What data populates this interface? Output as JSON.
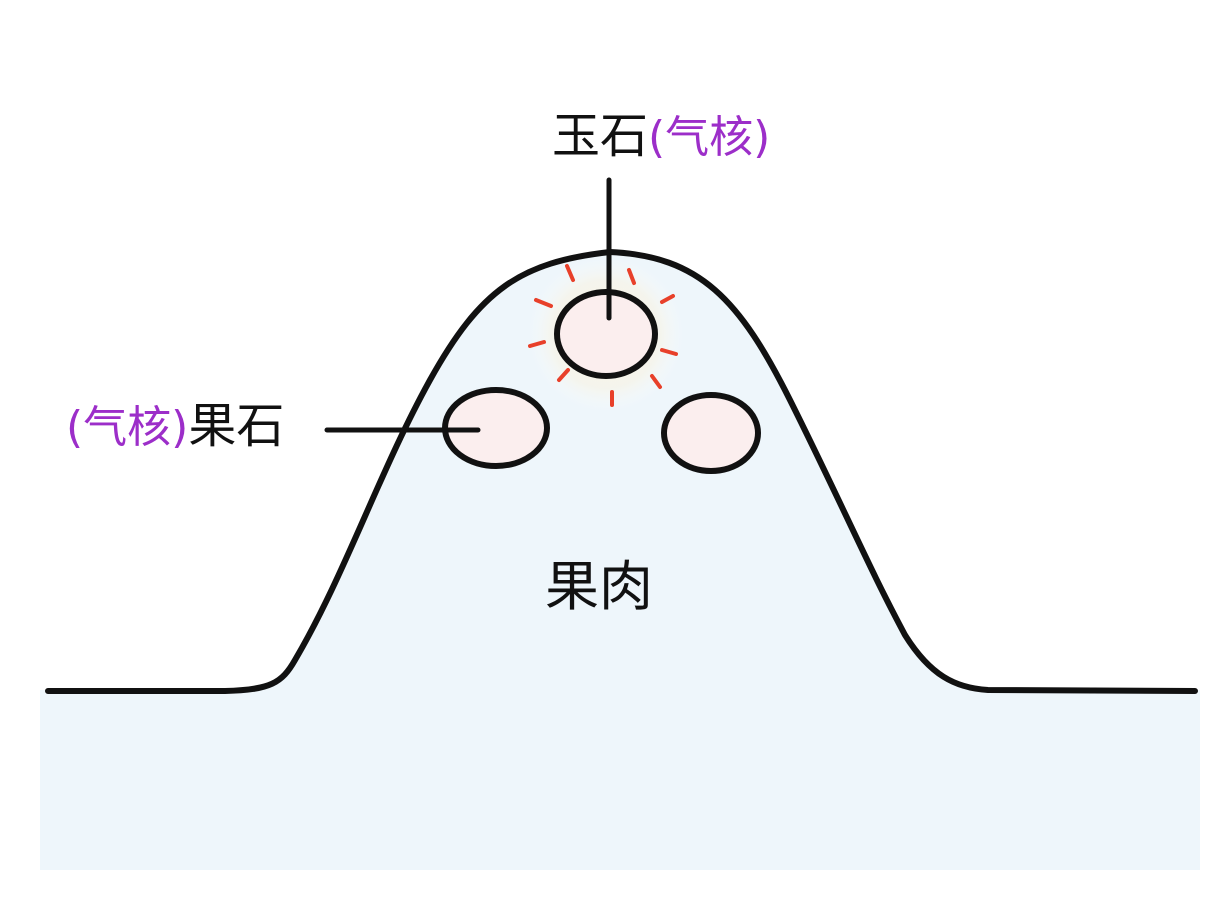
{
  "labels": {
    "top_name": "玉石",
    "top_note": "(气核)",
    "left_note": "(气核)",
    "left_name": "果石",
    "center": "果肉"
  },
  "colors": {
    "outline": "#111111",
    "body_fill": "#eef6fb",
    "stone_fill": "#fbeeee",
    "glow_marks": "#e8402a",
    "annotation": "#9c2ec9"
  }
}
